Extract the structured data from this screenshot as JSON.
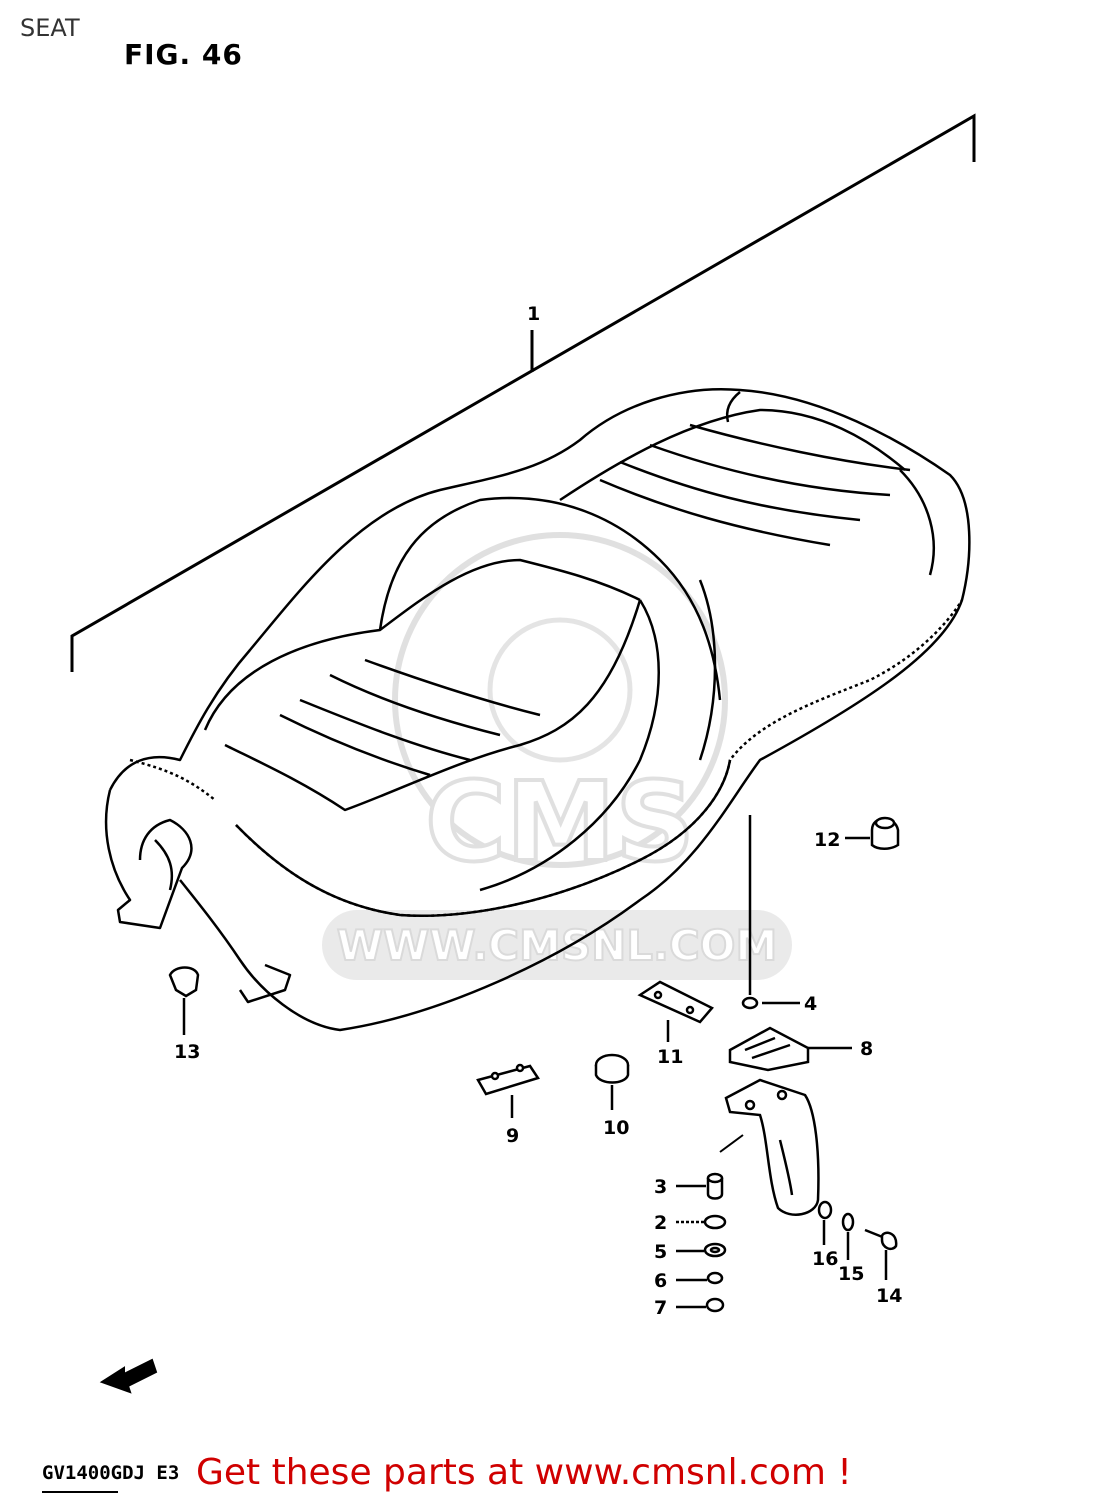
{
  "page": {
    "title": "SEAT"
  },
  "figure": {
    "label": "FIG. 46"
  },
  "watermark": {
    "text": "WWW.CMSNL.COM",
    "logo": "CMS"
  },
  "footer": {
    "model_code": "GV1400GDJ E3",
    "promo_text": "Get these parts at www.cmsnl.com !",
    "promo_color": "#d00000"
  },
  "callouts": {
    "c1": "1",
    "c2": "2",
    "c3": "3",
    "c4": "4",
    "c5": "5",
    "c6": "6",
    "c7": "7",
    "c8": "8",
    "c9": "9",
    "c10": "10",
    "c11": "11",
    "c12": "12",
    "c13": "13",
    "c14": "14",
    "c15": "15",
    "c16": "16"
  },
  "icons": {
    "front_arrow": "front-arrow-icon"
  }
}
